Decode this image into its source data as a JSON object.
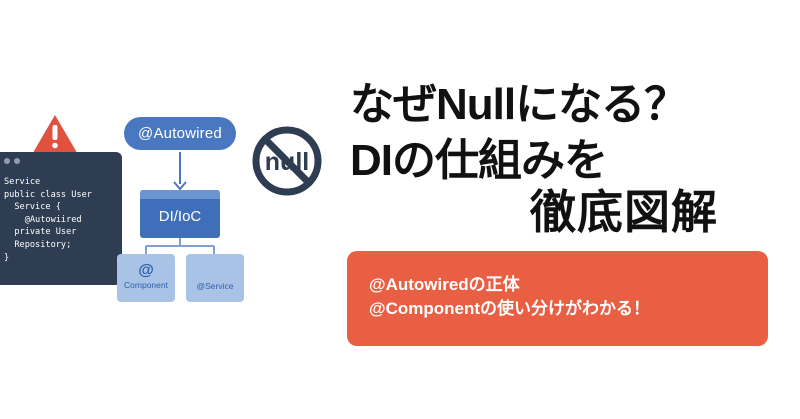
{
  "code": {
    "lines": [
      "Service",
      "public class User",
      "  Service {",
      "    @Autowiired",
      "  private User",
      "  Repository;",
      "}"
    ]
  },
  "diagram": {
    "autowired_label": "@Autowired",
    "container_label": "DI/IoC",
    "component": {
      "symbol": "@",
      "label": "Component"
    },
    "service": {
      "label": "@Service"
    },
    "no_null_text": "null"
  },
  "title": {
    "line1": "なぜNullになる？",
    "line2": "DIの仕組みを",
    "line3": "徹底図解"
  },
  "callout": {
    "line1": "@Autowiredの正体",
    "line2": "@Componentの使い分けがわかる！"
  },
  "colors": {
    "code_bg": "#2f3d52",
    "diagram_blue": "#4a78c0",
    "light_blue": "#a9c3e6",
    "warning_red": "#e0513f",
    "callout_orange": "#e85f44"
  }
}
